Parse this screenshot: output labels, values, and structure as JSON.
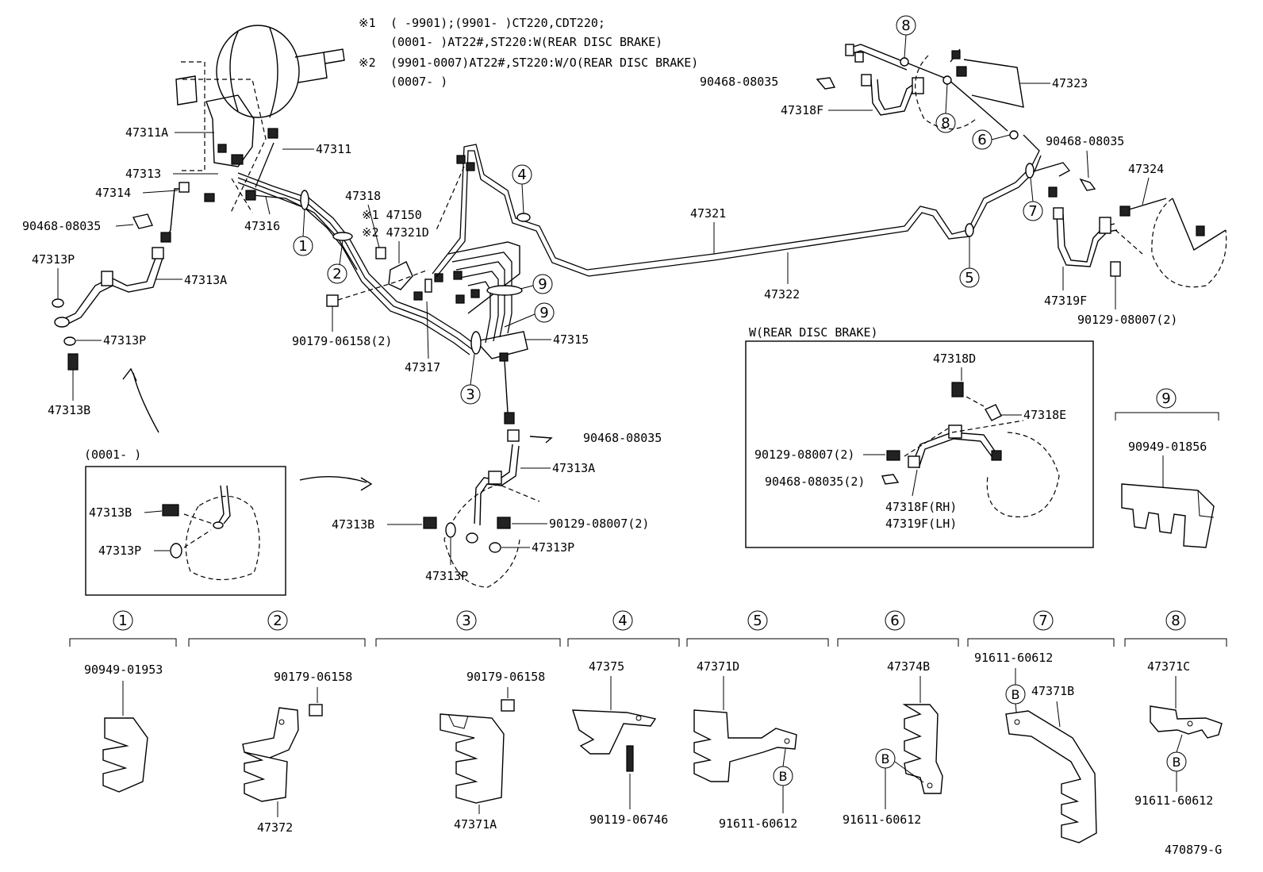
{
  "notes": {
    "n1_marker": "※1",
    "n1_line1": "(     -9901);(9901-     )CT220,CDT220;",
    "n1_line2": "(0001-     )AT22#,ST220:W(REAR DISC BRAKE)",
    "n2_marker": "※2",
    "n2_line1": "(9901-0007)AT22#,ST220:W/O(REAR DISC BRAKE)",
    "n2_line2": "(0007-     )"
  },
  "inset_left_title": "(0001-     )",
  "inset_right_title": "W(REAR DISC BRAKE)",
  "drawing_id": "470879-G",
  "labels": {
    "p47311A": "47311A",
    "p47311": "47311",
    "p47313": "47313",
    "p47314": "47314",
    "p90468_1": "90468-08035",
    "p47316": "47316",
    "p47313P_1": "47313P",
    "p47313A_1": "47313A",
    "p47313P_2": "47313P",
    "p47313B_1": "47313B",
    "p47318": "47318",
    "p47150": "※1 47150",
    "p47321D": "※2 47321D",
    "p90179_1": "90179-06158(2)",
    "p47317": "47317",
    "p47315": "47315",
    "p47321": "47321",
    "p47322": "47322",
    "p90468_top": "90468-08035",
    "p47318F": "47318F",
    "p47323": "47323",
    "p90468_r": "90468-08035",
    "p47324": "47324",
    "p47319F": "47319F",
    "p90129_r": "90129-08007(2)",
    "p90468_mid": "90468-08035",
    "p47313A_2": "47313A",
    "p47313B_2": "47313B",
    "p90129_mid": "90129-08007(2)",
    "p47313P_3": "47313P",
    "p47313P_4": "47313P",
    "p47313B_in": "47313B",
    "p47313P_in": "47313P",
    "p47318D": "47318D",
    "p47318E": "47318E",
    "p90129_in": "90129-08007(2)",
    "p90468_in": "90468-08035(2)",
    "p47318F_rh": "47318F(RH)",
    "p47319F_lh": "47319F(LH)",
    "p90949_01856": "90949-01856"
  },
  "callouts": [
    "1",
    "2",
    "3",
    "4",
    "5",
    "6",
    "7",
    "8",
    "9"
  ],
  "clamps": {
    "c1_part": "90949-01953",
    "c2_bolt": "90179-06158",
    "c2_part": "47372",
    "c3_bolt": "90179-06158",
    "c3_part": "47371A",
    "c4_part": "47375",
    "c4_bolt": "90119-06746",
    "c5_part": "47371D",
    "c5_bolt": "91611-60612",
    "c6_part": "47374B",
    "c6_bolt": "91611-60612",
    "c7_bolt": "91611-60612",
    "c7_part": "47371B",
    "c8_part": "47371C",
    "c8_bolt": "91611-60612",
    "b_letter": "B"
  }
}
